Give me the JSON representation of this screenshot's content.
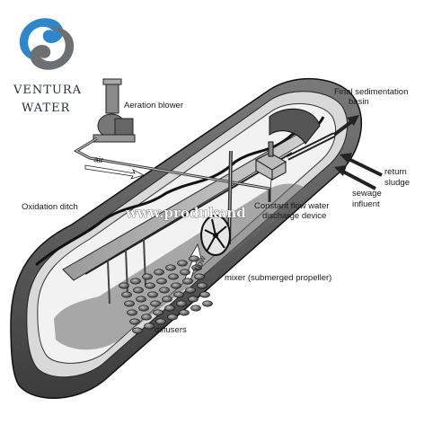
{
  "logo": {
    "line1": "VENTURA",
    "line2": "WATER",
    "colors": {
      "blue": "#2f86c8",
      "gray": "#6d6f73"
    }
  },
  "labels": {
    "aeration_blower": "Aeration blower",
    "air": "air",
    "final_sedimentation_line1": "Final sedimentation",
    "final_sedimentation_line2": "basin",
    "oxidation_ditch": "Oxidation ditch",
    "constant_flow_line1": "Constant flow water",
    "constant_flow_line2": "discharge device",
    "return_line1": "return",
    "return_line2": "sludge",
    "sewage_line1": "sewage",
    "sewage_line2": "influent",
    "flow": "flow",
    "mixer": "mixer (submerged propeller)",
    "diffusers": "diffusers"
  },
  "watermark": "www.produkand"
}
